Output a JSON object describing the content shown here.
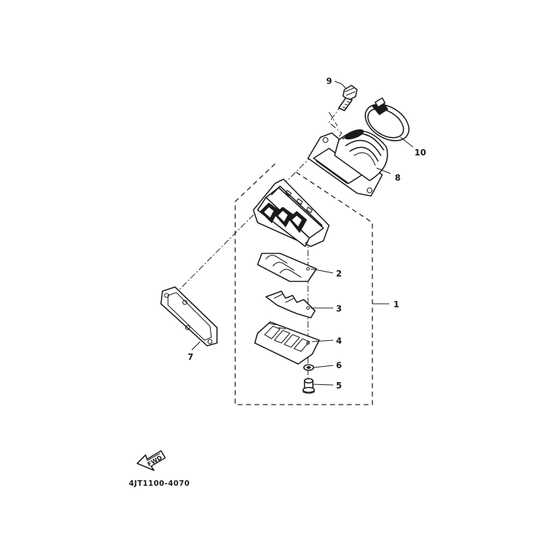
{
  "diagram": {
    "callouts": {
      "c1": "1",
      "c2": "2",
      "c3": "3",
      "c4": "4",
      "c5": "5",
      "c6": "6",
      "c7": "7",
      "c8": "8",
      "c9": "9",
      "c10": "10"
    },
    "fwd_label": "FWD",
    "part_code": "4JT1100-4070"
  }
}
